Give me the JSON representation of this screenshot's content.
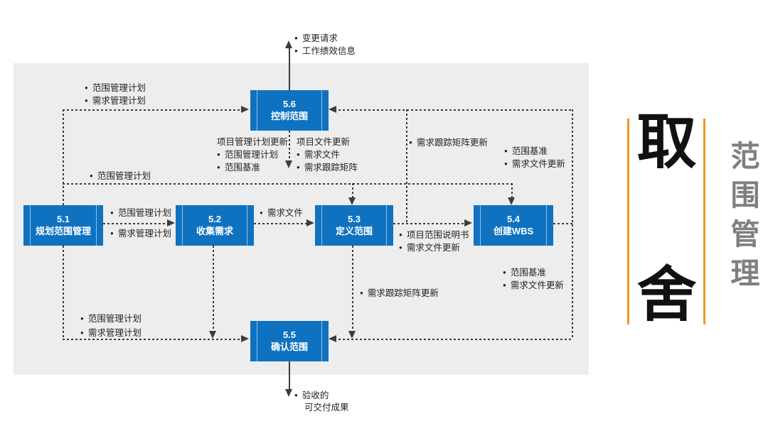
{
  "colors": {
    "box_blue": "#0f72c1",
    "accent_orange": "#f7941e",
    "side_title_gray": "#7f7f7f",
    "panel_gray": "#ededed",
    "line_dark": "#3c3c3c"
  },
  "processes": [
    {
      "code": "5.1",
      "name": "规划范围管理"
    },
    {
      "code": "5.2",
      "name": "收集需求"
    },
    {
      "code": "5.3",
      "name": "定义范围"
    },
    {
      "code": "5.4",
      "name": "创建WBS"
    },
    {
      "code": "5.5",
      "name": "确认范围"
    },
    {
      "code": "5.6",
      "name": "控制范围"
    }
  ],
  "ann": {
    "top_out": [
      "变更请求",
      "工作绩效信息"
    ],
    "in56_left": [
      "范围管理计划",
      "需求管理计划"
    ],
    "pm_updates_title": "项目管理计划更新",
    "pm_updates": [
      "范围管理计划",
      "范围基准"
    ],
    "doc_updates_title": "项目文件更新",
    "doc_updates": [
      "需求文件",
      "需求跟踪矩阵"
    ],
    "rtm_top": "需求跟踪矩阵更新",
    "right_top": [
      "范围基准",
      "需求文件更新"
    ],
    "scope_plan": "范围管理计划",
    "out51": [
      "范围管理计划",
      "需求管理计划"
    ],
    "out52": "需求文件",
    "out53": [
      "项目范围说明书",
      "需求文件更新"
    ],
    "right_bottom": [
      "范围基准",
      "需求文件更新"
    ],
    "rtm_bottom": "需求跟踪矩阵更新",
    "in55_left": [
      "范围管理计划",
      "需求管理计划"
    ],
    "final_out": [
      "验收的",
      "可交付成果"
    ]
  },
  "side": {
    "big_chars": [
      "取",
      "舍"
    ],
    "vertical_title": "范围管理"
  }
}
